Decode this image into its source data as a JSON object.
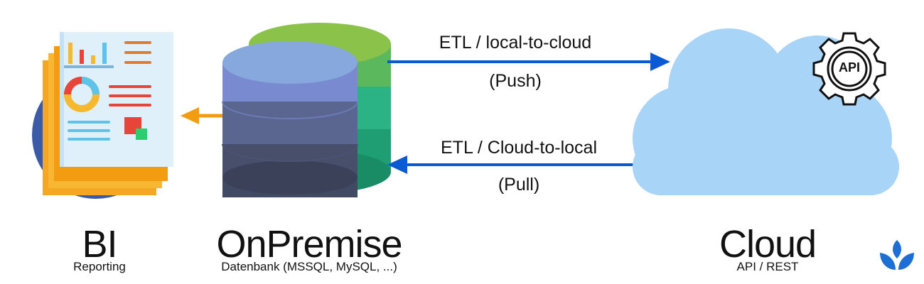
{
  "bi": {
    "title": "BI",
    "subtitle": "Reporting"
  },
  "onpremise": {
    "title": "OnPremise",
    "subtitle": "Datenbank (MSSQL, MySQL, ...)"
  },
  "cloud": {
    "title": "Cloud",
    "subtitle": "API / REST",
    "api_badge": "API"
  },
  "push_arrow": {
    "label": "ETL / local-to-cloud",
    "mode": "(Push)"
  },
  "pull_arrow": {
    "label": "ETL / Cloud-to-local",
    "mode": "(Pull)"
  },
  "colors": {
    "arrow_blue": "#0a5ad6",
    "arrow_orange": "#f39c12",
    "cloud_fill": "#a8d4f7",
    "logo_blue": "#1d6fd6"
  },
  "icons": [
    "report-icon",
    "database-icon",
    "cloud-icon",
    "api-gear-icon",
    "brand-logo-icon"
  ]
}
